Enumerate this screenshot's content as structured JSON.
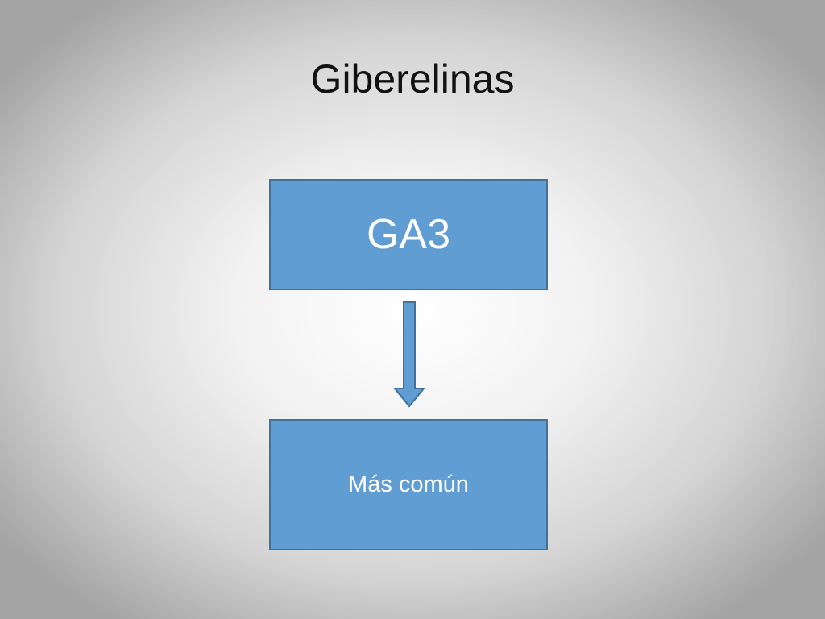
{
  "slide": {
    "title": "Giberelinas"
  },
  "diagram": {
    "nodes": [
      {
        "id": "top",
        "label": "GA3"
      },
      {
        "id": "bottom",
        "label": "Más común"
      }
    ],
    "edges": [
      {
        "from": "top",
        "to": "bottom"
      }
    ],
    "colors": {
      "box_fill": "#5f9dd3",
      "box_border": "#41719c",
      "box_text": "#ffffff",
      "title_text": "#111111"
    }
  }
}
